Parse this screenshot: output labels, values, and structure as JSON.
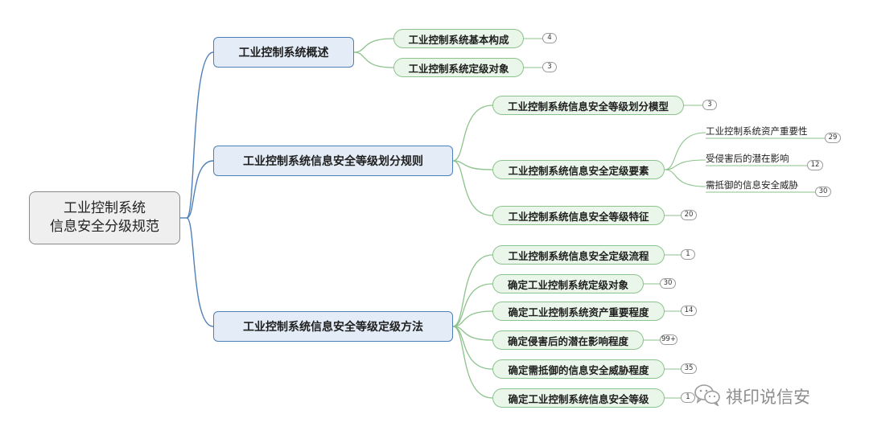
{
  "root": {
    "line1": "工业控制系统",
    "line2": "信息安全分级规范"
  },
  "branches": [
    {
      "label": "工业控制系统概述",
      "children": [
        {
          "label": "工业控制系统基本构成",
          "count": "4"
        },
        {
          "label": "工业控制系统定级对象",
          "count": "3"
        }
      ]
    },
    {
      "label": "工业控制系统信息安全等级划分规则",
      "children": [
        {
          "label": "工业控制系统信息安全等级划分模型",
          "count": "3"
        },
        {
          "label": "工业控制系统信息安全定级要素",
          "children": [
            {
              "label": "工业控制系统资产重要性",
              "count": "29"
            },
            {
              "label": "受侵害后的潜在影响",
              "count": "12"
            },
            {
              "label": "需抵御的信息安全威胁",
              "count": "30"
            }
          ]
        },
        {
          "label": "工业控制系统信息安全等级特征",
          "count": "20"
        }
      ]
    },
    {
      "label": "工业控制系统信息安全等级定级方法",
      "children": [
        {
          "label": "工业控制系统信息安全定级流程",
          "count": "1"
        },
        {
          "label": "确定工业控制系统定级对象",
          "count": "30"
        },
        {
          "label": "确定工业控制系统资产重要程度",
          "count": "14"
        },
        {
          "label": "确定侵害后的潜在影响程度",
          "count": "99+"
        },
        {
          "label": "确定需抵御的信息安全威胁程度",
          "count": "35"
        },
        {
          "label": "确定工业控制系统信息安全等级",
          "count": "1"
        }
      ]
    }
  ],
  "watermark": {
    "icon": "wechat-icon",
    "text": "祺印说信安"
  },
  "colors": {
    "branch_line": "#4f7fb7",
    "leaf_line": "#8cc28c",
    "root_border": "#8a8a8a"
  }
}
